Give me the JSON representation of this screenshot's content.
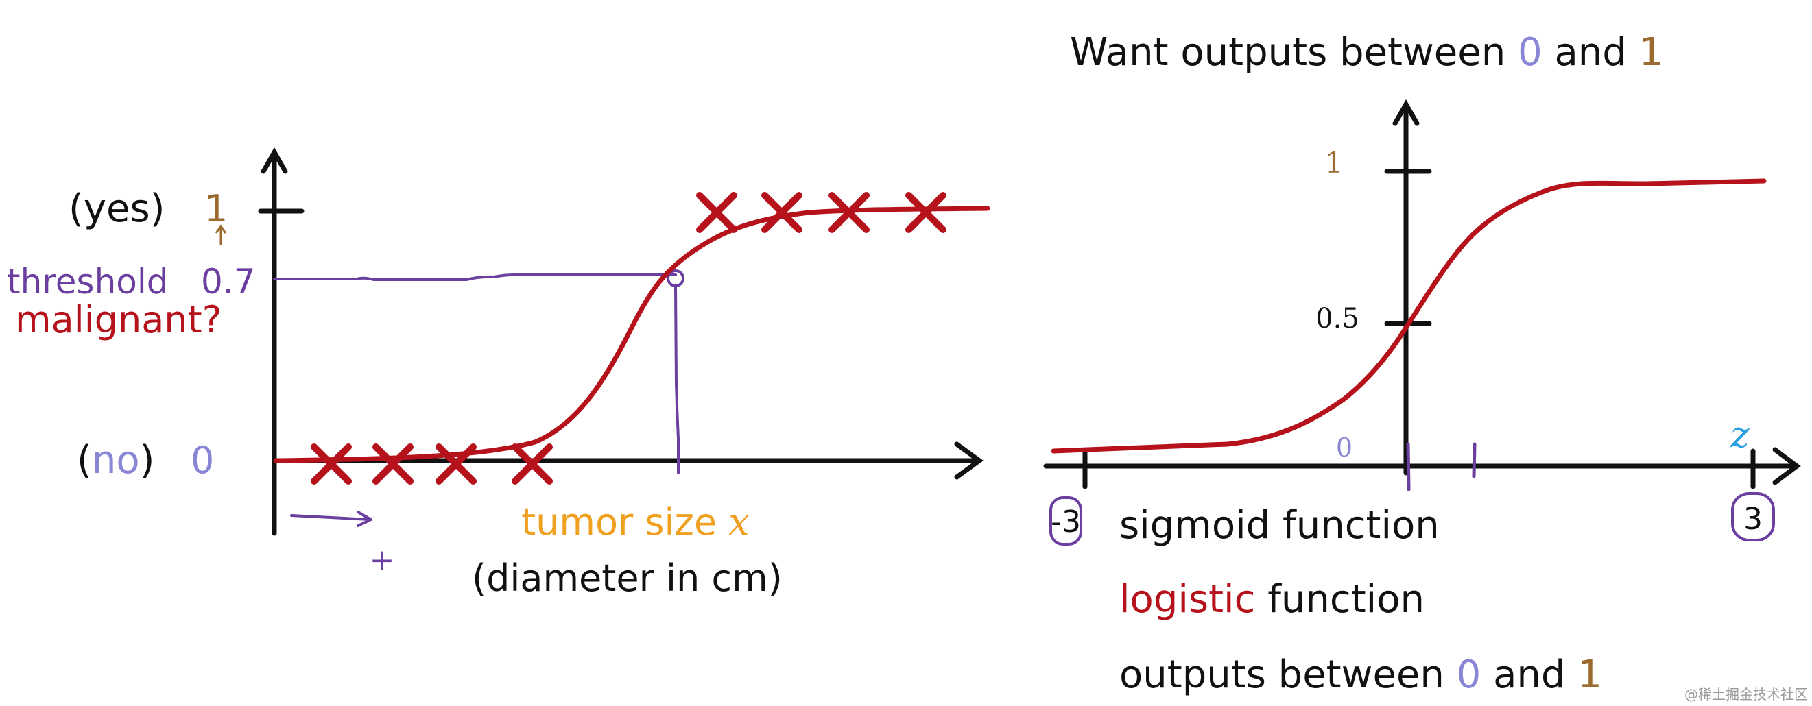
{
  "left_panel": {
    "y_axis_label": "malignant?",
    "yes_label": "(yes)",
    "one_value": "1",
    "no_open": "(",
    "no_word": "no",
    "no_close": ")",
    "zero_value": "0",
    "threshold_label": "threshold",
    "threshold_value": "0.7",
    "x_label_text": "tumor size ",
    "x_label_var": "x",
    "x_sublabel": "(diameter in cm)",
    "plus_mark": "+"
  },
  "right_panel": {
    "title_prefix": "Want outputs between ",
    "title_zero": "0",
    "title_mid": " and ",
    "title_one": "1",
    "y_tick_one": "1",
    "y_tick_half": "0.5",
    "y_tick_zero": "0",
    "x_var": "z",
    "x_neg": "-3",
    "x_pos": "3",
    "line1": "sigmoid function",
    "line2_colored": "logistic",
    "line2_rest": " function",
    "line3_prefix": "outputs between ",
    "line3_zero": "0",
    "line3_mid": " and ",
    "line3_one": "1"
  },
  "watermark": "@稀土掘金技术社区",
  "colors": {
    "red": "#b5121b",
    "purple": "#6a3fa0",
    "light_purple": "#8a86d6",
    "brown": "#9a6a2e",
    "orange": "#f0a020",
    "blue": "#2a9fe0",
    "black": "#111111"
  }
}
